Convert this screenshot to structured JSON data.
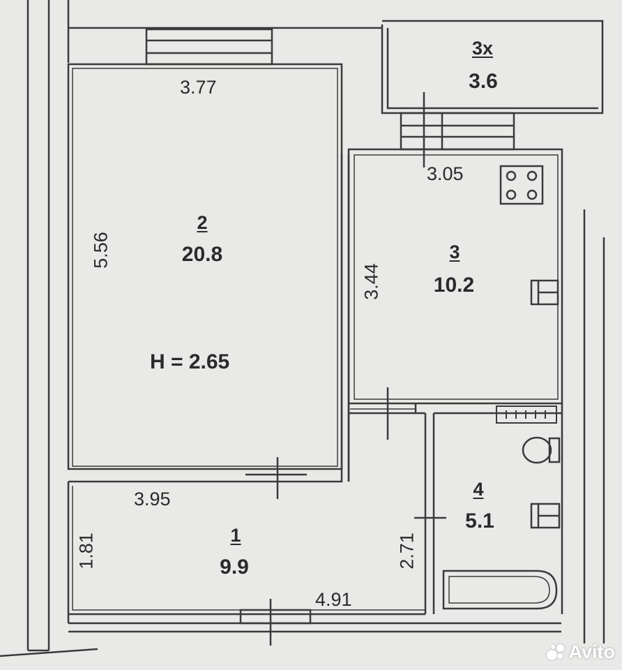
{
  "rooms": [
    {
      "id": "balcony",
      "number": "3х",
      "area": "3.6"
    },
    {
      "id": "living",
      "number": "2",
      "area": "20.8"
    },
    {
      "id": "kitchen",
      "number": "3",
      "area": "10.2"
    },
    {
      "id": "hall",
      "number": "1",
      "area": "9.9"
    },
    {
      "id": "bath",
      "number": "4",
      "area": "5.1"
    }
  ],
  "dimensions": {
    "living_width": "3.77",
    "living_height": "5.56",
    "kitchen_width": "3.05",
    "kitchen_height": "3.44",
    "hall_width_top": "3.95",
    "hall_height": "1.81",
    "hall_width_bottom": "4.91",
    "corridor_height": "2.71"
  },
  "ceiling_height": "H = 2.65",
  "watermark": "Avito",
  "colors": {
    "paper": "#e9e9e7",
    "line": "#3a3a3a",
    "wall_fill": "#ffffff"
  }
}
